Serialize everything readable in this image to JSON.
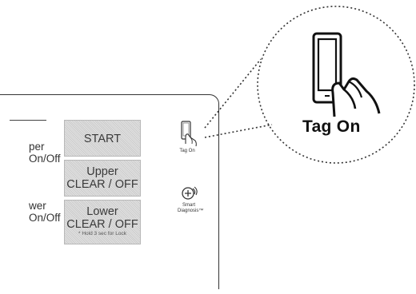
{
  "panel": {
    "upper_label_line1": "per",
    "upper_label_line2": "On/Off",
    "lower_label_line1": "wer",
    "lower_label_line2": "On/Off"
  },
  "buttons": {
    "start": "START",
    "upper_line1": "Upper",
    "upper_line2": "CLEAR / OFF",
    "lower_line1": "Lower",
    "lower_line2": "CLEAR / OFF",
    "lower_note": "* Hold 3 sec for Lock"
  },
  "icons": {
    "tag_on_label": "Tag On",
    "smart_diagnosis_line1": "Smart",
    "smart_diagnosis_line2": "Diagnosis™"
  },
  "zoom": {
    "label": "Tag On"
  }
}
